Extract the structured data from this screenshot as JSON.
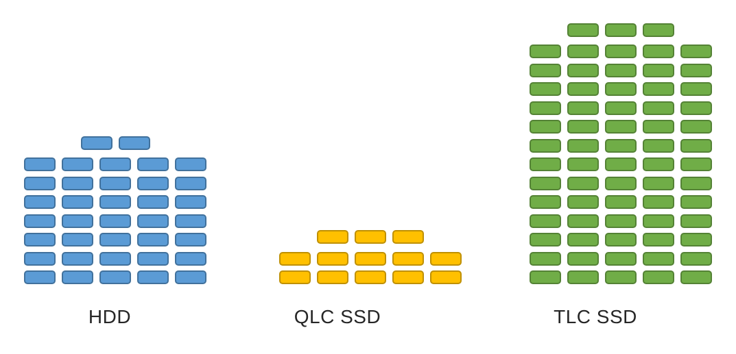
{
  "chart_data": {
    "type": "bar",
    "style": "pictogram-unit-blocks",
    "title": "",
    "categories": [
      "HDD",
      "QLC SSD",
      "TLC SSD"
    ],
    "values": [
      37,
      13,
      68
    ],
    "unit": "unit blocks",
    "legend": "none",
    "grid": false,
    "baseline_aligned": true
  },
  "groups": [
    {
      "label": "HDD",
      "fill": "#5B9BD5",
      "stroke": "#41719C",
      "row_counts": [
        2,
        5,
        5,
        5,
        5,
        5,
        5,
        5
      ],
      "total_blocks": 37
    },
    {
      "label": "QLC SSD",
      "fill": "#FFC000",
      "stroke": "#BF9000",
      "row_counts": [
        3,
        5,
        5
      ],
      "total_blocks": 13
    },
    {
      "label": "TLC SSD",
      "fill": "#70AD47",
      "stroke": "#548235",
      "row_counts": [
        3,
        5,
        5,
        5,
        5,
        5,
        5,
        5,
        5,
        5,
        5,
        5,
        5,
        5
      ],
      "total_blocks": 68
    }
  ]
}
